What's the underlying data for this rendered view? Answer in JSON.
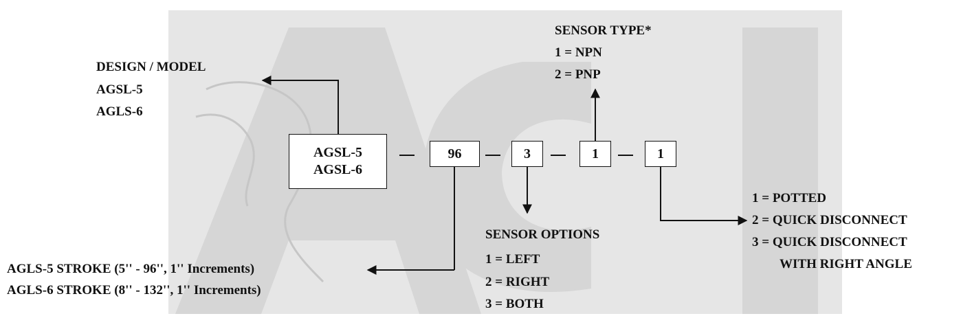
{
  "model_box": {
    "line1": "AGSL-5",
    "line2": "AGSL-6"
  },
  "stroke_box": "96",
  "sensor_option_box": "3",
  "sensor_type_box": "1",
  "termination_box": "1",
  "design_model": {
    "title": "DESIGN / MODEL",
    "items": [
      "AGSL-5",
      "AGLS-6"
    ]
  },
  "sensor_type": {
    "title": "SENSOR  TYPE*",
    "items": [
      "1 = NPN",
      "2 = PNP"
    ]
  },
  "sensor_options": {
    "title": "SENSOR OPTIONS",
    "items": [
      "1 = LEFT",
      "2 = RIGHT",
      "3 = BOTH"
    ]
  },
  "termination": {
    "items": [
      "1 = POTTED",
      "2 = QUICK DISCONNECT",
      "3 = QUICK DISCONNECT",
      "WITH RIGHT ANGLE"
    ]
  },
  "stroke": {
    "items": [
      "AGLS-5 STROKE (5'' - 96'', 1'' Increments)",
      "AGLS-6 STROKE (8'' - 132'', 1'' Increments)"
    ]
  },
  "colors": {
    "ink": "#111111",
    "watermark": "#e3e3e3",
    "background": "#ffffff"
  }
}
